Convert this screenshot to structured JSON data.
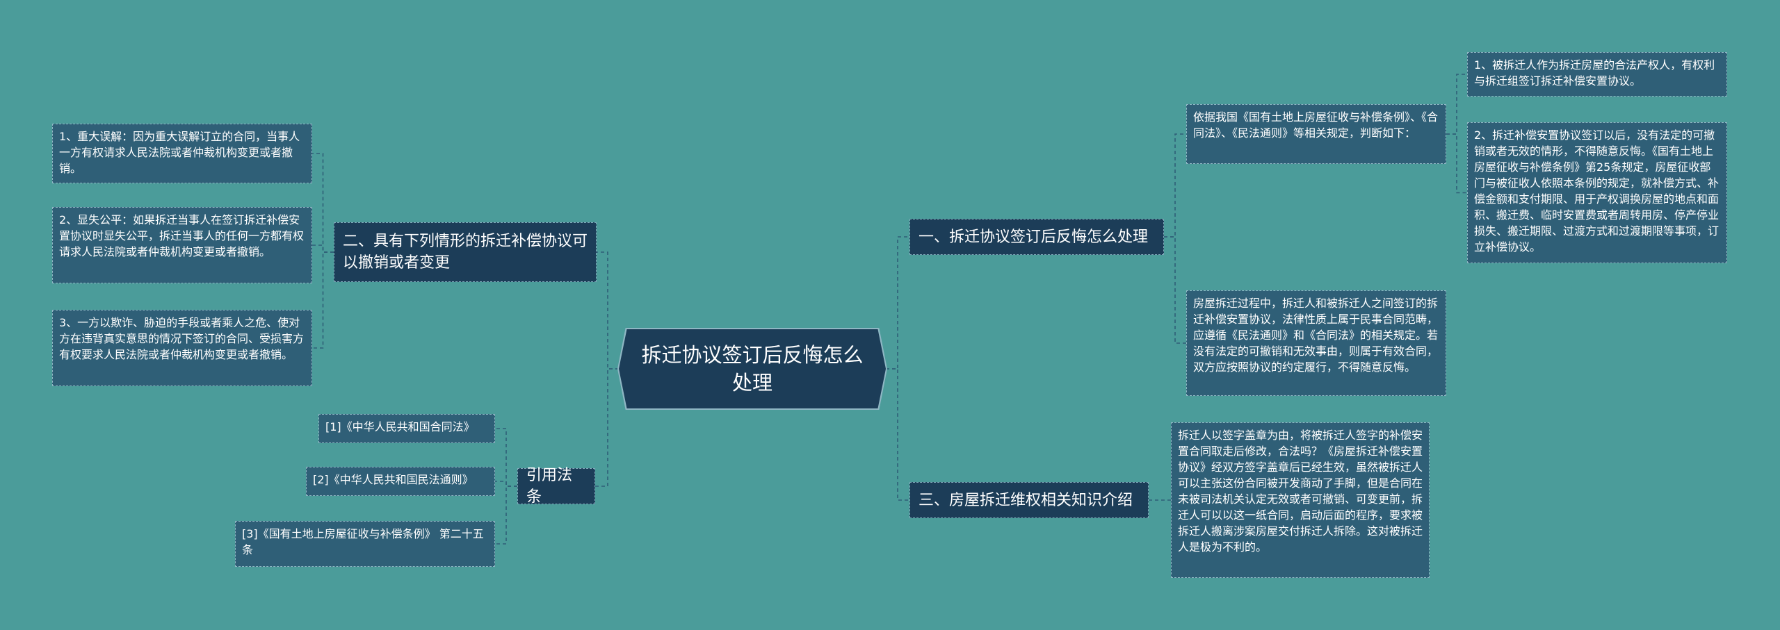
{
  "center": {
    "title": "拆迁协议签订后反悔怎么处理"
  },
  "right": [
    {
      "label": "一、拆迁协议签订后反悔怎么处理",
      "children": [
        {
          "text": "依据我国《国有土地上房屋征收与补偿条例》、《合同法》、《民法通则》等相关规定，判断如下：",
          "children": [
            {
              "text": "1、被拆迁人作为拆迁房屋的合法产权人，有权利与拆迁组签订拆迁补偿安置协议。"
            },
            {
              "text": "2、拆迁补偿安置协议签订以后，没有法定的可撤销或者无效的情形，不得随意反悔。《国有土地上房屋征收与补偿条例》第25条规定，房屋征收部门与被征收人依照本条例的规定，就补偿方式、补偿金额和支付期限、用于产权调换房屋的地点和面积、搬迁费、临时安置费或者周转用房、停产停业损失、搬迁期限、过渡方式和过渡期限等事项，订立补偿协议。"
            }
          ]
        },
        {
          "text": "房屋拆迁过程中，拆迁人和被拆迁人之间签订的拆迁补偿安置协议，法律性质上属于民事合同范畴，应遵循《民法通则》和《合同法》的相关规定。若没有法定的可撤销和无效事由，则属于有效合同，双方应按照协议的约定履行，不得随意反悔。"
        }
      ]
    },
    {
      "label": "三、房屋拆迁维权相关知识介绍",
      "children": [
        {
          "text": "拆迁人以签字盖章为由，将被拆迁人签字的补偿安置合同取走后修改，合法吗？《房屋拆迁补偿安置协议》经双方签字盖章后已经生效，虽然被拆迁人可以主张这份合同被开发商动了手脚，但是合同在未被司法机关认定无效或者可撤销、可变更前，拆迁人可以以这一纸合同，启动后面的程序，要求被拆迁人搬离涉案房屋交付拆迁人拆除。这对被拆迁人是极为不利的。"
        }
      ]
    }
  ],
  "left": [
    {
      "label": "二、具有下列情形的拆迁补偿协议可以撤销或者变更",
      "children": [
        {
          "text": "1、重大误解：因为重大误解订立的合同，当事人一方有权请求人民法院或者仲裁机构变更或者撤销。"
        },
        {
          "text": "2、显失公平：如果拆迁当事人在签订拆迁补偿安置协议时显失公平，拆迁当事人的任何一方都有权请求人民法院或者仲裁机构变更或者撤销。"
        },
        {
          "text": "3、一方以欺诈、胁迫的手段或者乘人之危、使对方在违背真实意思的情况下签订的合同、受损害方有权要求人民法院或者仲裁机构变更或者撤销。"
        }
      ]
    },
    {
      "label": "引用法条",
      "children": [
        {
          "text": "[1]《中华人民共和国合同法》"
        },
        {
          "text": "[2]《中华人民共和国民法通则》"
        },
        {
          "text": "[3]《国有土地上房屋征收与补偿条例》 第二十五条"
        }
      ]
    }
  ],
  "colors": {
    "background": "#4b9c9a",
    "branch": "#1c3d58",
    "leaf": "#2f5f77",
    "link": "#8fb7c4"
  }
}
